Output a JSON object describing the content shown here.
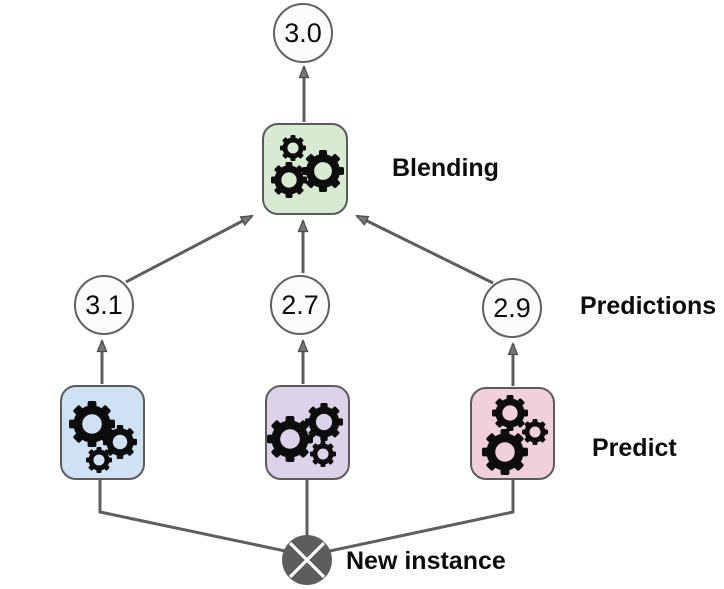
{
  "diagram": {
    "type": "blending-ensemble",
    "final_prediction": {
      "value": "3.0"
    },
    "blender": {
      "label": "Blending"
    },
    "predictions": {
      "label": "Predictions",
      "values": [
        {
          "value": "3.1"
        },
        {
          "value": "2.7"
        },
        {
          "value": "2.9"
        }
      ]
    },
    "predictors": {
      "label": "Predict"
    },
    "new_instance": {
      "label": "New instance"
    },
    "colors": {
      "blender_box": "#d9ead3",
      "predictor_box_1": "#cfe2f3",
      "predictor_box_2": "#dcd2e9",
      "predictor_box_3": "#f0d1db",
      "connector": "#5e5e5e",
      "node_border": "#616161",
      "value_circle_fill": "#fcfcfc",
      "instance_circle": "#5d5d5d",
      "text": "#0d0d0d"
    },
    "icons": {
      "gear": "⚙",
      "new_instance": "⊗"
    }
  }
}
